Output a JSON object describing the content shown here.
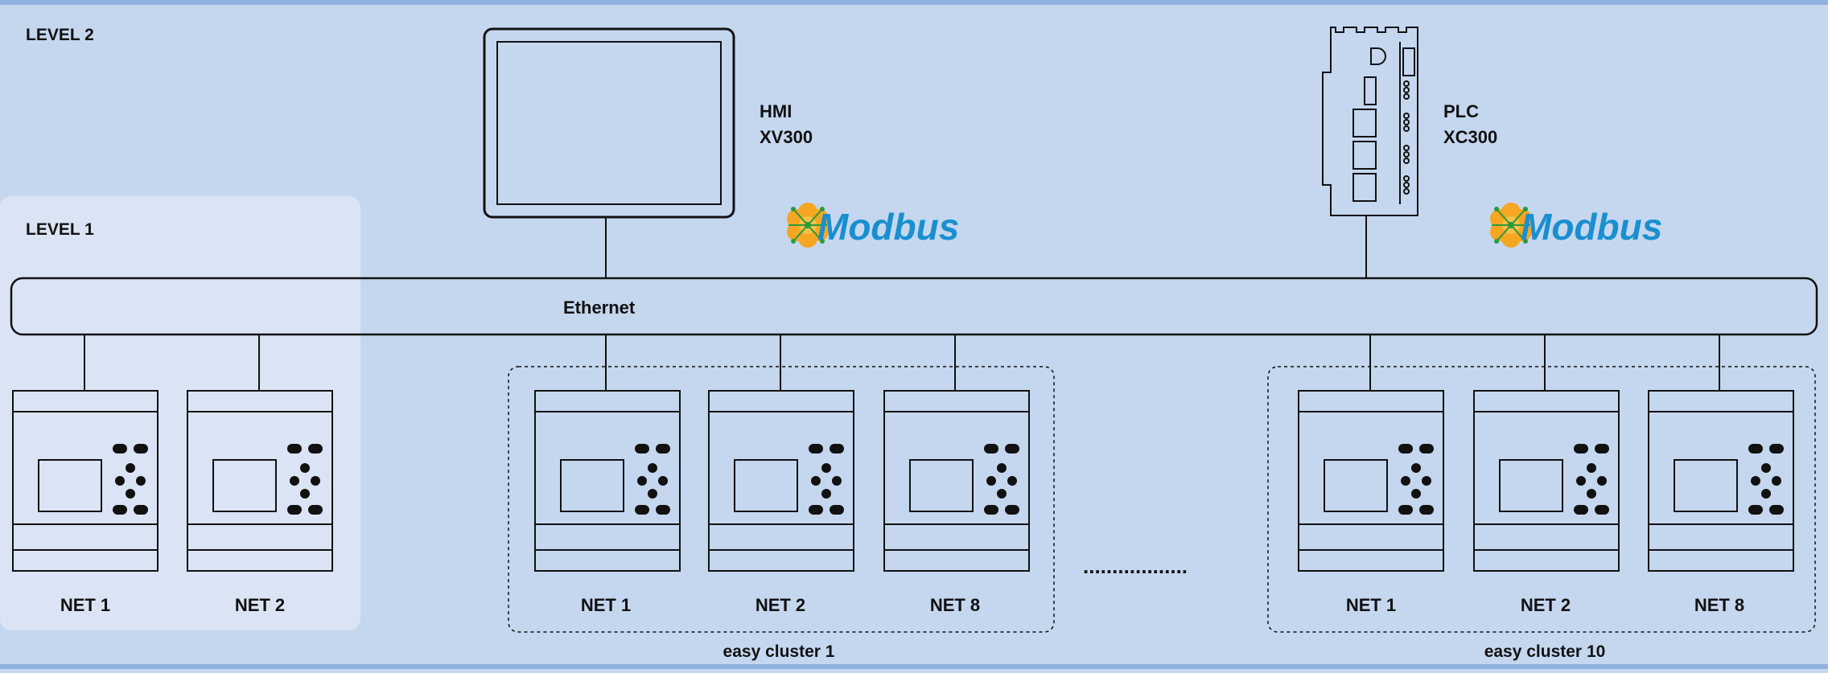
{
  "levels": {
    "level2": "LEVEL 2",
    "level1": "LEVEL 1"
  },
  "bus": {
    "label": "Ethernet"
  },
  "hmi": {
    "line1": "HMI",
    "line2": "XV300"
  },
  "plc": {
    "line1": "PLC",
    "line2": "XC300"
  },
  "modbus_logo": {
    "text": "Modbus",
    "icon": "modbus-flower-logo"
  },
  "standalone_nodes": [
    {
      "label": "NET 1"
    },
    {
      "label": "NET 2"
    }
  ],
  "clusters": [
    {
      "label": "easy cluster 1",
      "nodes": [
        {
          "label": "NET 1"
        },
        {
          "label": "NET 2"
        },
        {
          "label": "NET 8"
        }
      ]
    },
    {
      "label": "easy cluster 10",
      "nodes": [
        {
          "label": "NET 1"
        },
        {
          "label": "NET 2"
        },
        {
          "label": "NET 8"
        }
      ]
    }
  ],
  "ellipsis": "..................",
  "colors": {
    "background": "#c5d7ef",
    "band": "#8fb2e1",
    "level1_panel": "#dae4f4",
    "line": "#111111",
    "modbus_text": "#1a8fd0",
    "modbus_flower": "#f5a623"
  }
}
